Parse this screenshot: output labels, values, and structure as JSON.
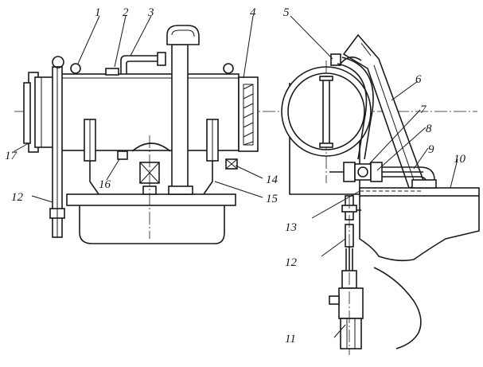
{
  "callouts": [
    {
      "key": "c1",
      "text": "1"
    },
    {
      "key": "c2",
      "text": "2"
    },
    {
      "key": "c3",
      "text": "3"
    },
    {
      "key": "c4",
      "text": "4"
    },
    {
      "key": "c5",
      "text": "5"
    },
    {
      "key": "c6",
      "text": "6"
    },
    {
      "key": "c7",
      "text": "7"
    },
    {
      "key": "c8",
      "text": "8"
    },
    {
      "key": "c9",
      "text": "9"
    },
    {
      "key": "c10",
      "text": "10"
    },
    {
      "key": "c11",
      "text": "11"
    },
    {
      "key": "c12a",
      "text": "12"
    },
    {
      "key": "c12b",
      "text": "12"
    },
    {
      "key": "c13",
      "text": "13"
    },
    {
      "key": "c14",
      "text": "14"
    },
    {
      "key": "c15",
      "text": "15"
    },
    {
      "key": "c16",
      "text": "16"
    },
    {
      "key": "c17",
      "text": "17"
    }
  ],
  "colors": {
    "line": "#1a1a1a",
    "background": "#ffffff"
  }
}
